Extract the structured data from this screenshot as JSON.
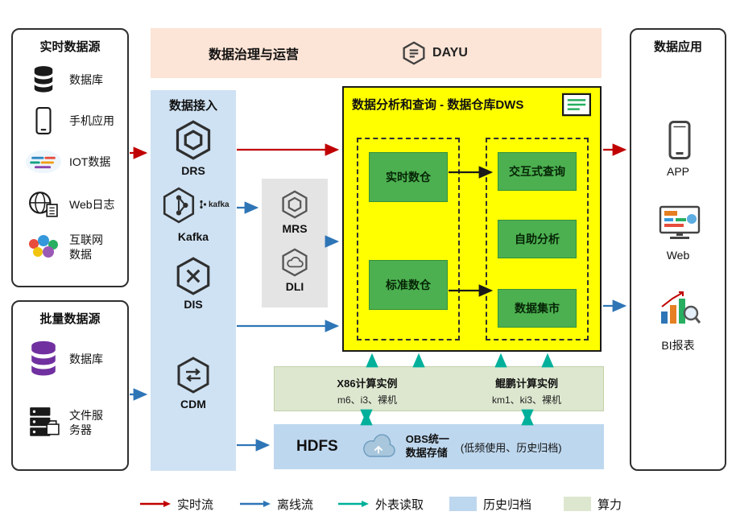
{
  "governance": {
    "title": "数据治理与运营",
    "logo_text": "DAYU"
  },
  "realtime_sources": {
    "title": "实时数据源",
    "items": [
      {
        "label": "数据库",
        "icon": "database-icon"
      },
      {
        "label": "手机应用",
        "icon": "mobile-phone-icon"
      },
      {
        "label": "IOT数据",
        "icon": "iot-wordcloud-icon"
      },
      {
        "label": "Web日志",
        "icon": "globe-document-icon"
      },
      {
        "label": "互联网数据",
        "icon": "internet-logos-icon"
      }
    ]
  },
  "batch_sources": {
    "title": "批量数据源",
    "items": [
      {
        "label": "数据库",
        "icon": "database-purple-icon"
      },
      {
        "label": "文件服务器",
        "icon": "file-server-icon"
      }
    ]
  },
  "ingestion": {
    "title": "数据接入",
    "kafka_logo_text": "kafka",
    "items": [
      {
        "label": "DRS",
        "icon": "drs-hexagon-icon"
      },
      {
        "label": "Kafka",
        "icon": "kafka-hexagon-icon"
      },
      {
        "label": "DIS",
        "icon": "dis-hexagon-icon"
      },
      {
        "label": "CDM",
        "icon": "cdm-hexagon-icon"
      }
    ]
  },
  "processing": {
    "items": [
      {
        "label": "MRS",
        "icon": "mrs-hexagon-icon"
      },
      {
        "label": "DLI",
        "icon": "dli-hexagon-icon"
      }
    ]
  },
  "dws": {
    "title": "数据分析和查询 - 数据仓库DWS",
    "left_boxes": [
      "实时数仓",
      "标准数仓"
    ],
    "right_boxes": [
      "交互式查询",
      "自助分析",
      "数据集市"
    ]
  },
  "compute_bar": {
    "x86_title": "X86计算实例",
    "x86_sub": "m6、i3、裸机",
    "kunpeng_title": "鲲鹏计算实例",
    "kunpeng_sub": "km1、ki3、裸机"
  },
  "storage_bar": {
    "hdfs_label": "HDFS",
    "obs_line1": "OBS统一",
    "obs_line2": "数据存储",
    "note": "(低频使用、历史归档)"
  },
  "applications": {
    "title": "数据应用",
    "items": [
      {
        "label": "APP",
        "icon": "app-phone-icon"
      },
      {
        "label": "Web",
        "icon": "web-monitor-icon"
      },
      {
        "label": "BI报表",
        "icon": "bi-report-icon"
      }
    ]
  },
  "legend": {
    "realtime": "实时流",
    "offline": "离线流",
    "external": "外表读取",
    "history": "历史归档",
    "compute": "算力"
  },
  "colors": {
    "realtime_flow": "#c00000",
    "offline_flow": "#2e75b6",
    "external_read": "#00b09b",
    "history_fill": "#bdd7ee",
    "compute_fill": "#dde7cf",
    "dws_fill": "#ffff00",
    "green_box": "#4cb050",
    "governance_fill": "#fce4d6",
    "ingestion_fill": "#cfe2f3",
    "processing_fill": "#e4e4e4"
  }
}
